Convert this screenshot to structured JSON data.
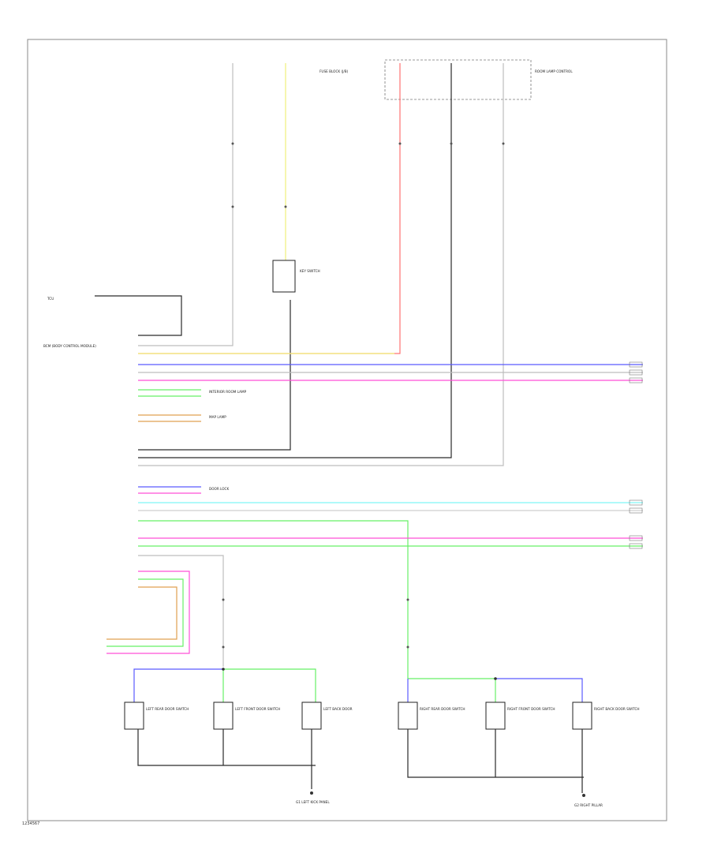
{
  "footer_code": "1234567",
  "colors": {
    "black": "#2a2a2a",
    "grey": "#bdbdbd",
    "yellow": "#f0f07a",
    "red": "#ff7373",
    "light_green": "#c8ecc8",
    "blue": "#5a5aff",
    "pink": "#ff4fd8",
    "green": "#66f066",
    "orange": "#e0a050",
    "cyan": "#7ff5f5",
    "white": "#e0e0e0"
  },
  "top_modules": {
    "ipdm_label": "ROOM LAMP CONTROL",
    "fuse_block_label": "FUSE BLOCK (J/B)"
  },
  "modules": {
    "bcm_label": "BCM (BODY CONTROL MODULE)",
    "key_switch_label": "KEY SWITCH",
    "tcu_label": "TCU",
    "interior_lamp_label": "INTERIOR ROOM LAMP",
    "map_lamp_label": "MAP LAMP",
    "door_lock_label": "DOOR LOCK"
  },
  "switches": [
    {
      "label": "LEFT REAR DOOR SWITCH"
    },
    {
      "label": "LEFT FRONT DOOR SWITCH"
    },
    {
      "label": "LEFT BACK DOOR"
    },
    {
      "label": "RIGHT REAR DOOR SWITCH"
    },
    {
      "label": "RIGHT FRONT DOOR SWITCH"
    },
    {
      "label": "RIGHT BACK DOOR SWITCH"
    }
  ],
  "grounds": {
    "left": "G1 LEFT KICK PANEL",
    "right": "G2 RIGHT PILLAR"
  }
}
